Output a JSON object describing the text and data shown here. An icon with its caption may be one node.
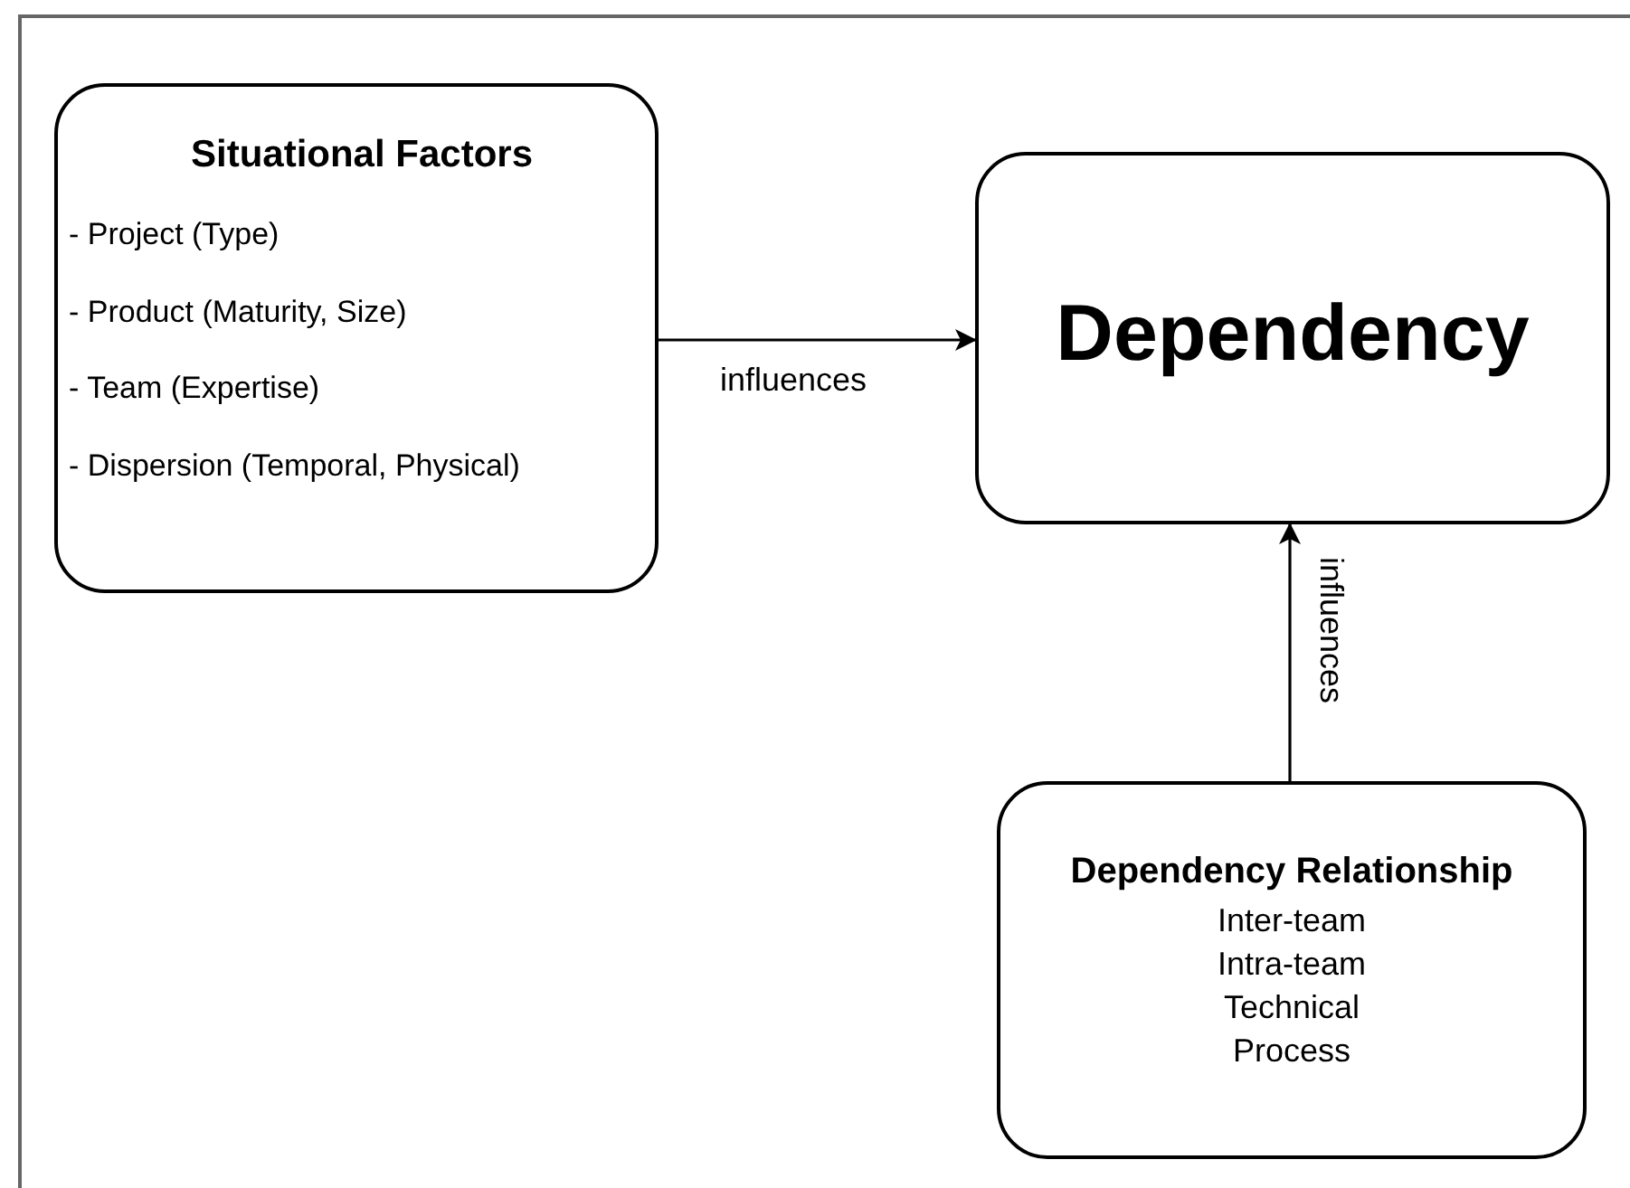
{
  "diagram": {
    "nodes": [
      {
        "text": [
          "Situational Factors",
          "- Project (Type)",
          "- Product (Maturity, Size)",
          "- Team (Expertise)",
          "- Dispersion (Temporal, Physical)"
        ]
      },
      {
        "text": [
          "Dependency"
        ]
      },
      {
        "text": [
          "Dependency Relationship",
          "Inter-team",
          "Intra-team",
          "Technical",
          "Process"
        ]
      }
    ],
    "edges": [
      {
        "from": 0,
        "to": 1,
        "arrow": "to",
        "label": "influences"
      },
      {
        "from": 2,
        "to": 1,
        "arrow": "to",
        "label": "influences"
      }
    ]
  }
}
